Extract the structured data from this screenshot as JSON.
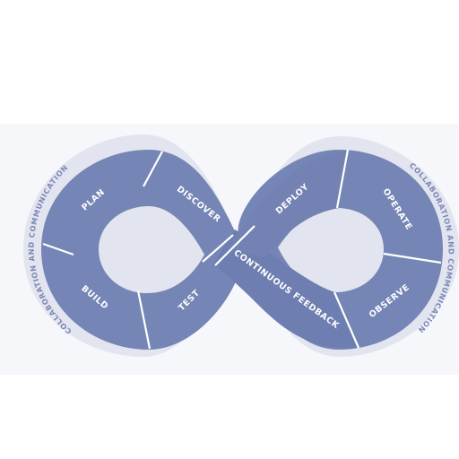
{
  "diagram": {
    "stages": {
      "plan": "PLAN",
      "discover": "DISCOVER",
      "build": "BUILD",
      "test": "TEST",
      "deploy": "DEPLOY",
      "operate": "OPERATE",
      "observe": "OBSERVE",
      "continuous_feedback": "CONTINUOUS FEEDBACK"
    },
    "outer_left": "COLLABORATION AND COMMUNICATION",
    "outer_right": "COLLABORATION AND COMMUNICATION"
  },
  "colors": {
    "segment": "#7585b5",
    "segment_dark": "#6b7aab",
    "halo": "#e2e5ef",
    "divider": "#ffffff",
    "outer_text": "#7d87b4"
  }
}
